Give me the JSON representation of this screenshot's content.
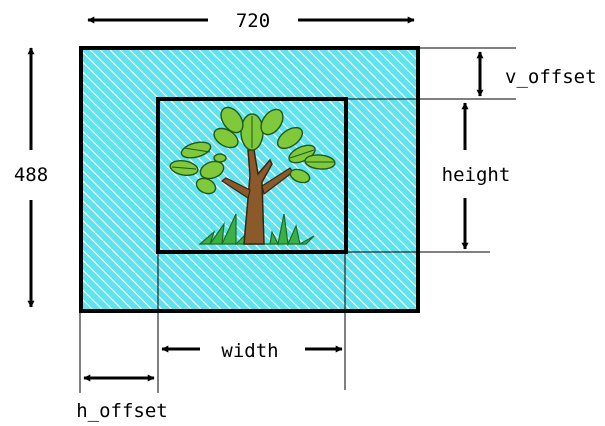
{
  "labels": {
    "outer_width": "720",
    "outer_height": "488",
    "v_offset": "v_offset",
    "height": "height",
    "width": "width",
    "h_offset": "h_offset"
  },
  "colors": {
    "hatch_fill": "#5fe3ee",
    "hatch_line": "#ffffff",
    "frame": "#000000",
    "leaf_fill": "#7fc93a",
    "leaf_dark": "#2d7a2a",
    "trunk": "#8b5a2b",
    "grass": "#3cb044"
  },
  "image": {
    "subject": "tree-icon"
  }
}
